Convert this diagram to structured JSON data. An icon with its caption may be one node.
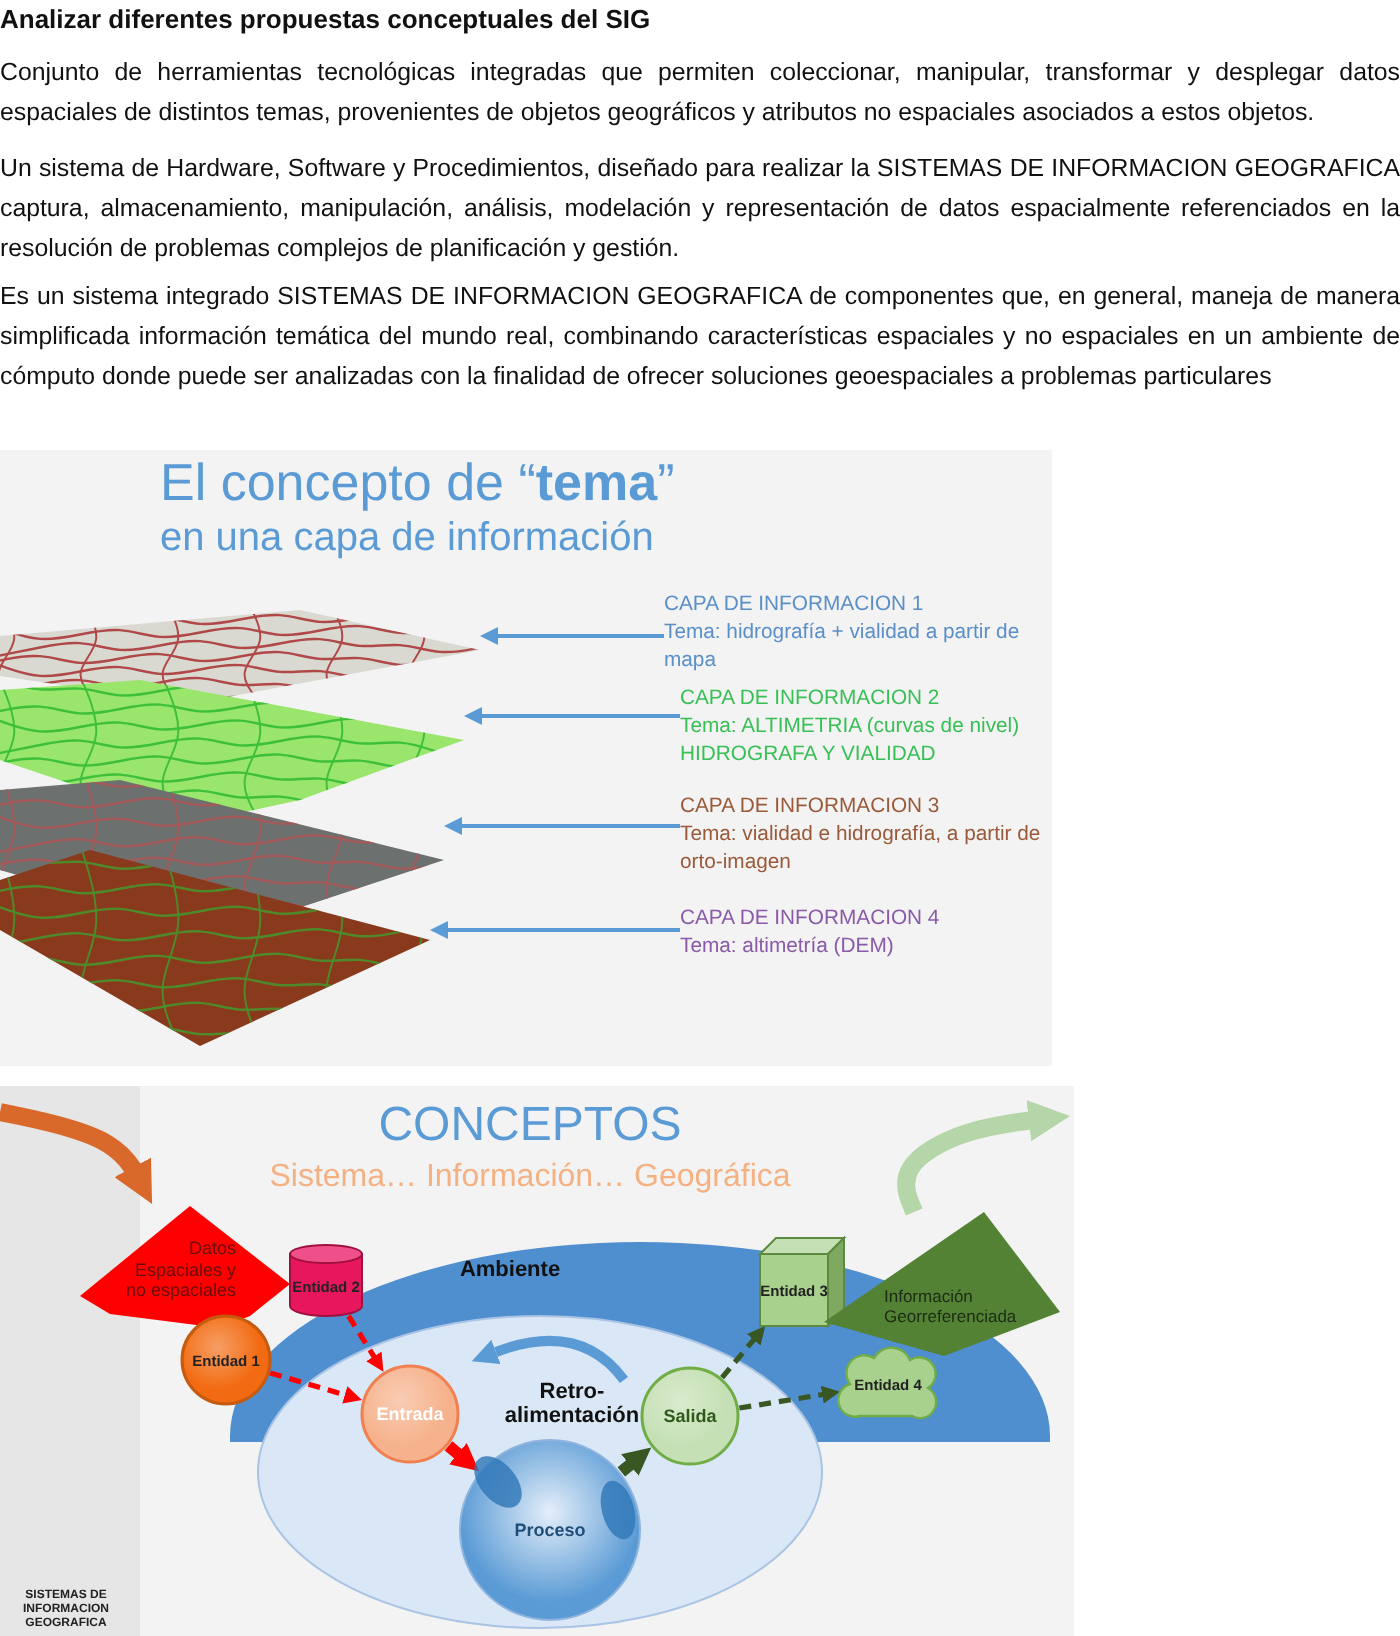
{
  "diagram": {
    "title": "Analizar diferentes propuestas conceptuales del SIG",
    "nodes": [
      {
        "text": [],
        "shape": "picture"
      },
      {
        "text": [],
        "shape": "picture"
      },
      {
        "text": [],
        "shape": "picture"
      },
      {
        "text": [],
        "shape": "picture"
      },
      {
        "text": [
          "CAPA DE INFORMACION 1",
          "Tema: hidrografía + vialidad a partir de mapa"
        ]
      },
      {
        "text": [
          "CAPA DE INFORMACION 2",
          "Tema: ALTIMETRIA (curvas de nivel) HIDROGRAFA Y VIALIDAD"
        ]
      },
      {
        "text": [
          "CAPA DE INFORMACION 3",
          "Tema: vialidad  e hidrografía, a partir de orto-imagen"
        ]
      },
      {
        "text": [
          "CAPA DE INFORMACION 4",
          "Tema: altimetría (DEM)"
        ]
      },
      {
        "text": [
          "Datos Espaciales y no espaciales"
        ]
      },
      {
        "text": [
          "Entidad 2"
        ]
      },
      {
        "text": [
          "Ambiente"
        ]
      },
      {
        "text": [
          "Entidad 3"
        ]
      },
      {
        "text": [
          "Información Georreferenciada"
        ]
      },
      {
        "text": [
          "Entidad 1"
        ]
      },
      {
        "text": [
          "Entrada"
        ]
      },
      {
        "text": [
          "Salida"
        ]
      },
      {
        "text": [
          "Entidad 4"
        ]
      },
      {
        "text": [
          "Proceso"
        ]
      }
    ],
    "edges": [
      {
        "from": 4,
        "to": 0,
        "arrow": "to"
      },
      {
        "from": 5,
        "to": 1,
        "arrow": "to"
      },
      {
        "from": 6,
        "to": 2,
        "arrow": "to"
      },
      {
        "from": 7,
        "to": 3,
        "arrow": "to"
      },
      {
        "from": null,
        "to": 8,
        "arrow": "to",
        "style": "thick",
        "color": "#d9692b"
      },
      {
        "from": 9,
        "to": 14,
        "arrow": "to",
        "style": "dashed",
        "color": "#ff0000"
      },
      {
        "from": 13,
        "to": 14,
        "arrow": "to",
        "style": "dashed",
        "color": "#ff0000"
      },
      {
        "from": 14,
        "to": 17,
        "arrow": "to",
        "style": "thick",
        "color": "#ff0000"
      },
      {
        "from": 17,
        "to": 15,
        "arrow": "to",
        "style": "thick",
        "color": "#385723"
      },
      {
        "from": 15,
        "to": 11,
        "arrow": "to",
        "style": "dashed",
        "color": "#385723"
      },
      {
        "from": 15,
        "to": 16,
        "arrow": "to",
        "style": "dashed",
        "color": "#385723"
      },
      {
        "from": 12,
        "to": null,
        "arrow": "to",
        "style": "thick",
        "color": "#b5d6a8"
      }
    ],
    "labels": [
      "Conjunto de herramientas tecnológicas integradas que permiten coleccionar, manipular, transformar y desplegar datos espaciales de distintos temas, provenientes de objetos geográficos y atributos no espaciales asociados a estos objetos.",
      "Un sistema de Hardware, Software y Procedimientos, diseñado para realizar la SISTEMAS DE INFORMACION GEOGRAFICA captura, almacenamiento, manipulación, análisis, modelación y representación de datos espacialmente referenciados en la resolución de problemas complejos de planificación y gestión.",
      "Es un sistema integrado SISTEMAS DE INFORMACION GEOGRAFICA de componentes que, en general, maneja de manera simplificada información temática del mundo real, combinando características espaciales y no espaciales en un ambiente de cómputo donde puede ser analizadas con la finalidad de ofrecer soluciones geoespaciales a problemas particulares",
      "El concepto de “**tema**”",
      "en una capa de información",
      "CONCEPTOS",
      "Sistema… Información… Geográfica",
      "Retro-alimentación",
      "SISTEMAS DE INFORMACION GEOGRAFICA"
    ]
  }
}
